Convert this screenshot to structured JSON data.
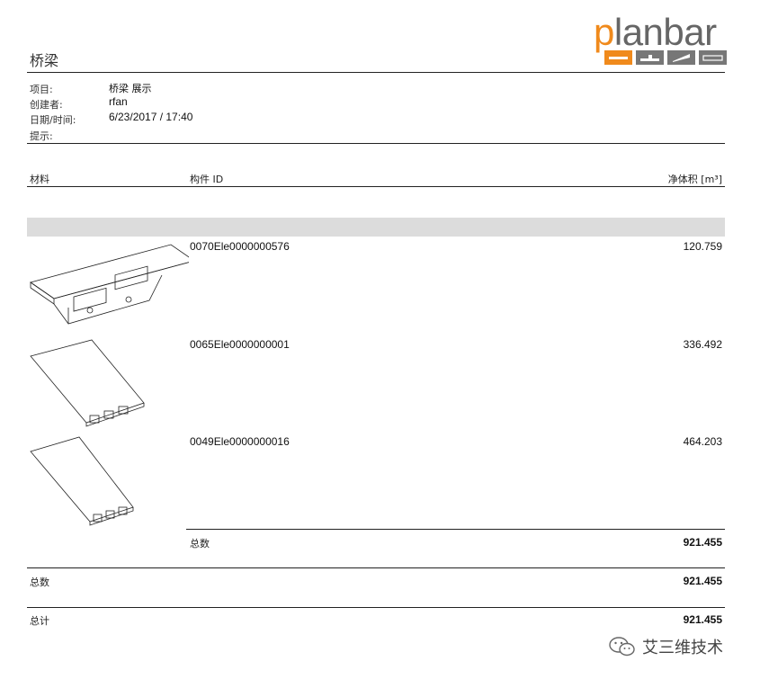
{
  "logo": {
    "text_first": "p",
    "text_rest": "lanbar"
  },
  "header": {
    "title": "桥梁"
  },
  "meta": [
    {
      "label": "项目:",
      "value": "桥梁 展示"
    },
    {
      "label": "创建者:",
      "value": "rfan"
    },
    {
      "label": "日期/时间:",
      "value": "6/23/2017  /  17:40"
    },
    {
      "label": "提示:",
      "value": ""
    }
  ],
  "columns": {
    "material": "材料",
    "element_id": "构件 ID",
    "net_volume": "净体积 [m³]"
  },
  "rows": [
    {
      "id": "0070Ele0000000576",
      "value": "120.759"
    },
    {
      "id": "0065Ele0000000001",
      "value": "336.492"
    },
    {
      "id": "0049Ele0000000016",
      "value": "464.203"
    }
  ],
  "totals": {
    "group_label": "总数",
    "group_value": "921.455",
    "subtotal_label": "总数",
    "subtotal_value": "921.455",
    "grand_label": "总计",
    "grand_value": "921.455"
  },
  "watermark": {
    "text": "艾三维技术",
    "icon": "wechat-icon"
  }
}
